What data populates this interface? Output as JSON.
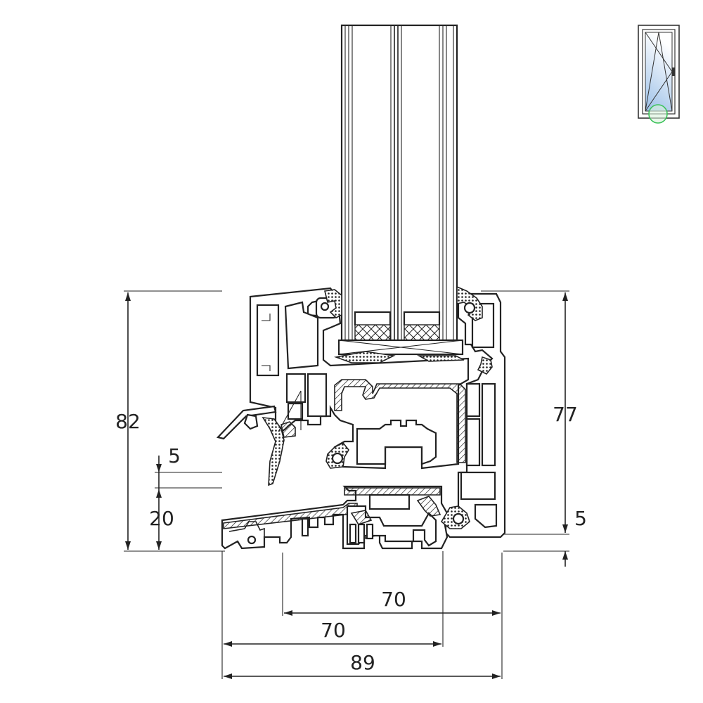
{
  "dimensions": {
    "total_height": "82",
    "top_offset": "5",
    "sill_height": "20",
    "sash_height": "77",
    "bottom_offset": "5",
    "sash_width_inner": "70",
    "frame_width_inner": "70",
    "total_width": "89"
  },
  "colors": {
    "line": "#222222",
    "glass_highlight": "#b9d3ee",
    "marker": "#3cc25a"
  },
  "icons": {
    "window_thumbnail": "tilt-turn-window-icon",
    "section_marker": "section-marker-circle"
  }
}
